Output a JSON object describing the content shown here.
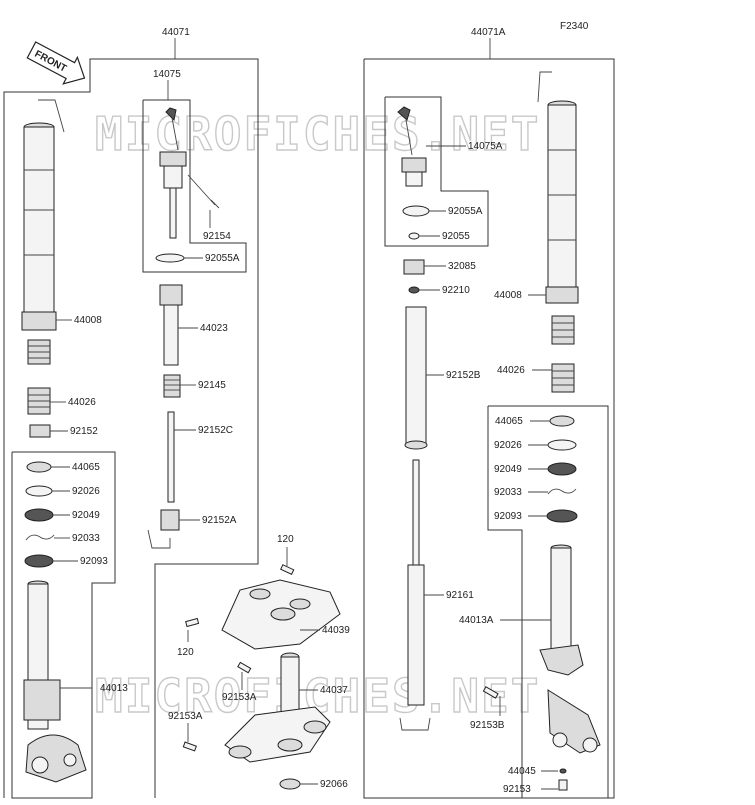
{
  "figure_code": "F2340",
  "front_badge": "FRONT",
  "watermark": "MICROFICHES.NET",
  "left_group": {
    "title": "44071",
    "labels": {
      "p44008": "44008",
      "p44026": "44026",
      "p92152": "92152",
      "p44065": "44065",
      "p92026": "92026",
      "p92049": "92049",
      "p92033": "92033",
      "p92093": "92093",
      "p44013": "44013"
    },
    "cartridge": {
      "title": "14075",
      "labels": {
        "p92154": "92154",
        "p92055A": "92055A",
        "p44023": "44023",
        "p92145": "92145",
        "p92152C": "92152C",
        "p92152A": "92152A"
      }
    }
  },
  "center_group": {
    "labels": {
      "p120a": "120",
      "p44039": "44039",
      "p120b": "120",
      "p92153A_a": "92153A",
      "p44037": "44037",
      "p92153A_b": "92153A",
      "p92066": "92066"
    }
  },
  "right_group": {
    "title": "44071A",
    "labels": {
      "p14075A": "14075A",
      "p92055A": "92055A",
      "p92055": "92055",
      "p32085": "32085",
      "p92210": "92210",
      "p92152B": "92152B",
      "p92161": "92161",
      "p44008": "44008",
      "p44026": "44026",
      "p44065": "44065",
      "p92026": "92026",
      "p92049": "92049",
      "p92033": "92033",
      "p92093": "92093",
      "p44013A": "44013A",
      "p92153B": "92153B",
      "p44045": "44045",
      "p92153": "92153"
    }
  }
}
